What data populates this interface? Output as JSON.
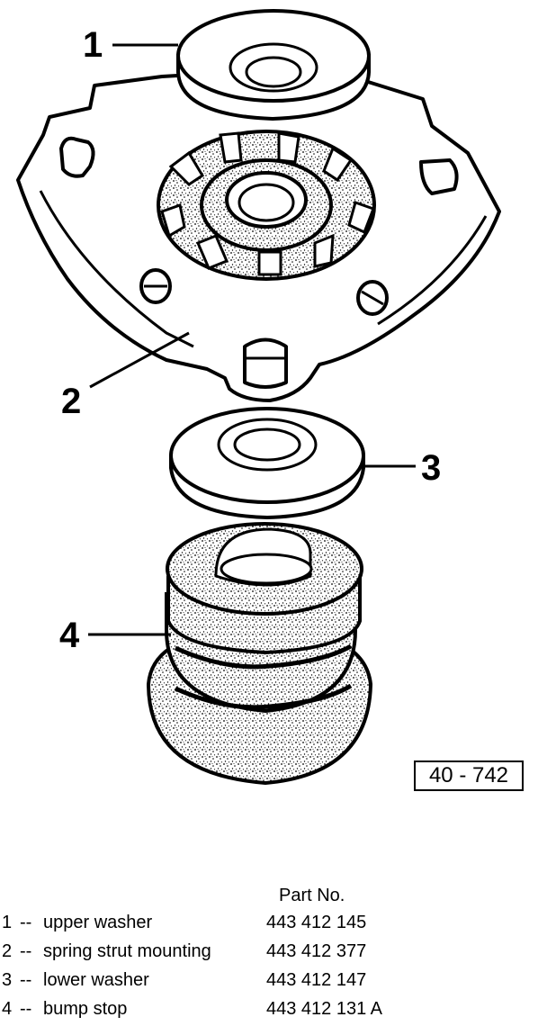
{
  "figure": {
    "callouts": [
      "1",
      "2",
      "3",
      "4"
    ],
    "figure_number": "40 - 742"
  },
  "parts_list": {
    "header": "Part No.",
    "items": [
      {
        "num": "1",
        "dash": "--",
        "name": "upper washer",
        "part_no": "443 412 145"
      },
      {
        "num": "2",
        "dash": "--",
        "name": "spring strut mounting",
        "part_no": "443 412 377"
      },
      {
        "num": "3",
        "dash": "--",
        "name": "lower washer",
        "part_no": "443 412 147"
      },
      {
        "num": "4",
        "dash": "--",
        "name": "bump stop",
        "part_no": "443 412 131 A"
      }
    ]
  }
}
